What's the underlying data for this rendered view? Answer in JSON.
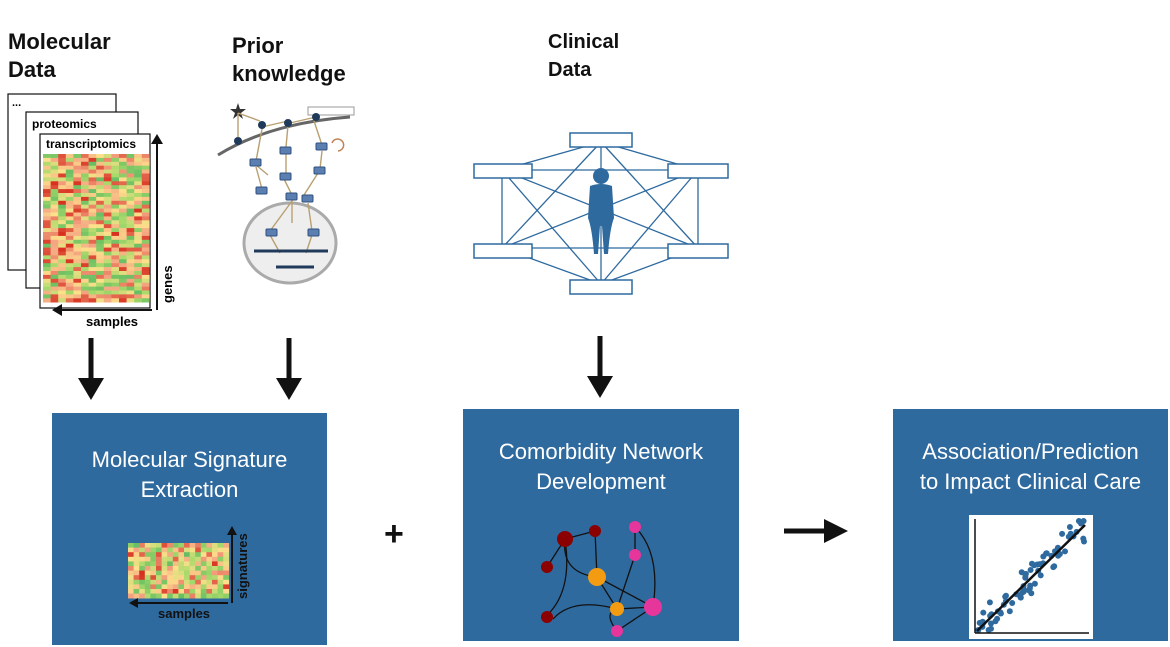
{
  "inputs": {
    "molecular": {
      "title": "Molecular\nData",
      "sheets": [
        "...",
        "proteomics",
        "transcriptomics"
      ],
      "axis_x": "samples",
      "axis_y": "genes"
    },
    "prior": {
      "title": "Prior\nknowledge"
    },
    "clinical": {
      "title": "Clinical\nData"
    }
  },
  "boxes": {
    "signature": {
      "title": "Molecular Signature\nExtraction",
      "axis_x": "samples",
      "axis_y": "signatures"
    },
    "comorbidity": {
      "title": "Comorbidity Network\nDevelopment"
    },
    "association": {
      "title": "Association/Prediction\nto Impact Clinical Care"
    }
  },
  "operator_plus": "+",
  "colors": {
    "box_fill": "#2f6a9f",
    "heat_red": "#d7301f",
    "heat_green": "#7fbf3f",
    "node_darkred": "#8b0000",
    "node_orange": "#f39c12",
    "node_pink": "#e6359b",
    "person": "#2f6a9f"
  }
}
